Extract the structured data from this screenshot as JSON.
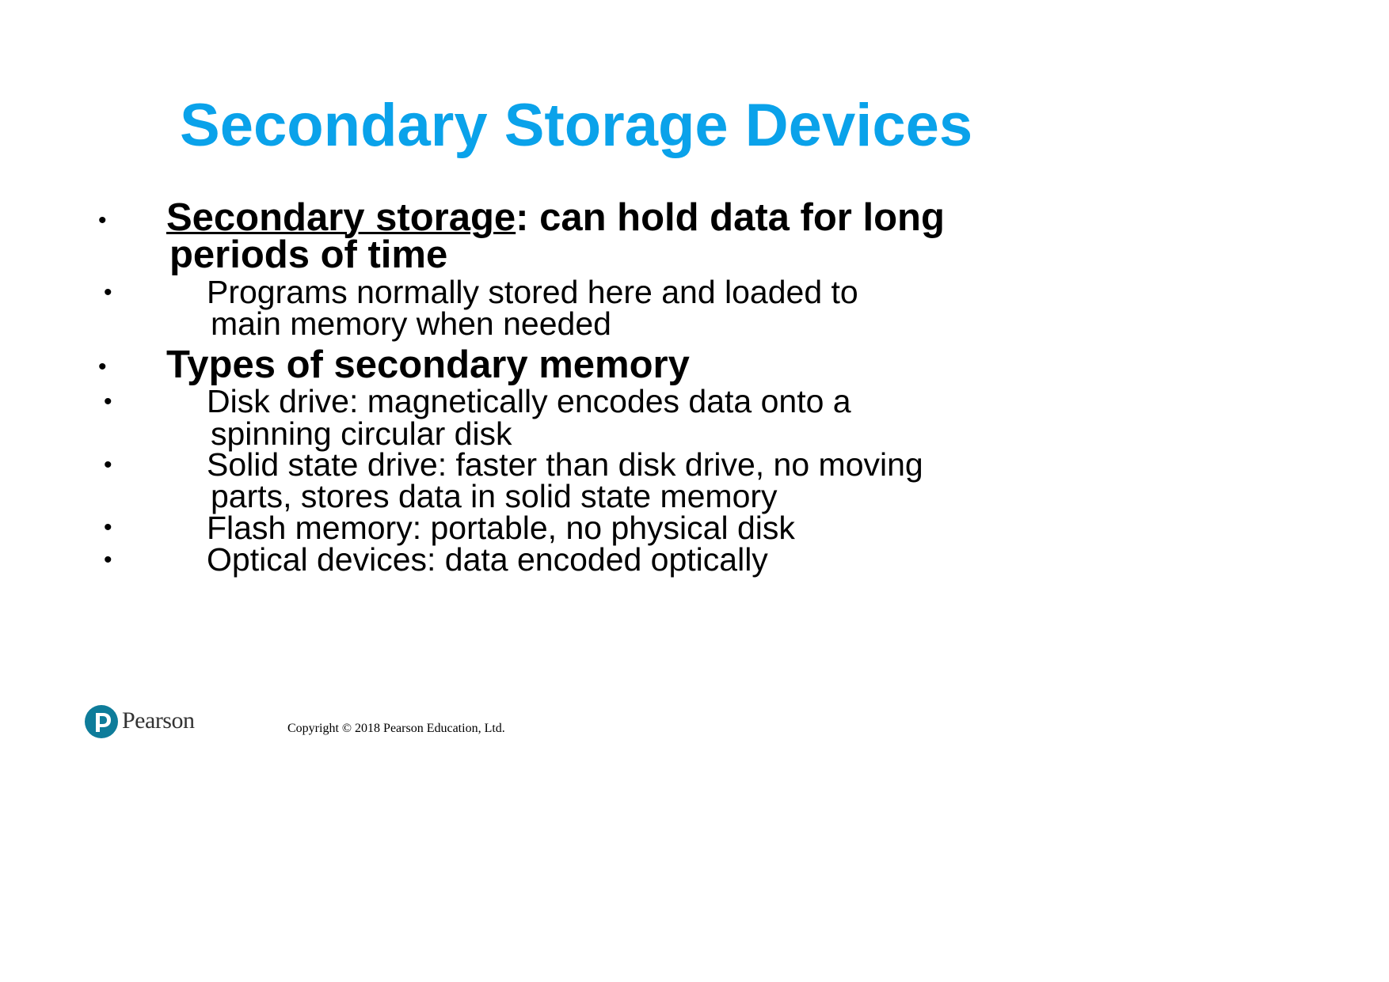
{
  "slide": {
    "title": "Secondary Storage Devices",
    "bullet_glyph": "•",
    "items": [
      {
        "term": "Secondary storage",
        "rest_line1": ": can hold data for long",
        "line2": "periods of time"
      },
      {
        "line1": "Programs normally stored here and loaded to",
        "line2": "main memory when needed"
      },
      {
        "line1": "Types of secondary memory"
      },
      {
        "line1": "Disk drive: magnetically encodes data onto a",
        "line2": "spinning circular disk"
      },
      {
        "line1": "Solid state drive: faster than disk drive, no moving",
        "line2": "parts, stores data in solid state memory"
      },
      {
        "line1": "Flash memory: portable, no physical disk"
      },
      {
        "line1": "Optical devices: data encoded optically"
      }
    ]
  },
  "footer": {
    "logo_name": "Pearson",
    "logo_icon": "pearson-p-icon",
    "logo_color": "#0e7c9a",
    "copyright": "Copyright © 2018 Pearson Education, Ltd."
  },
  "colors": {
    "title": "#0aa2ea",
    "text": "#000000"
  }
}
